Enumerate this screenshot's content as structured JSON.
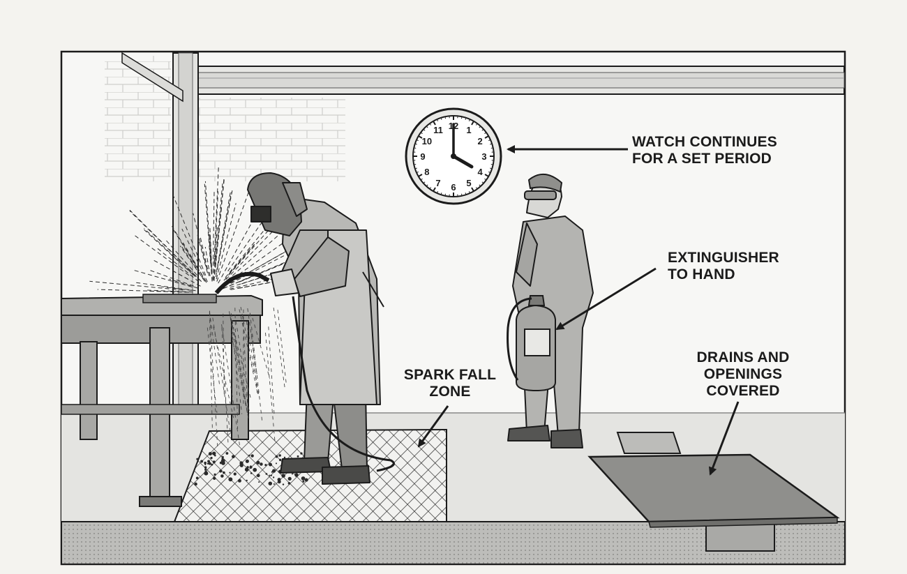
{
  "labels": {
    "watch": [
      "WATCH CONTINUES",
      "FOR A SET PERIOD"
    ],
    "extinguisher": [
      "EXTINGUISHER",
      "TO HAND"
    ],
    "spark_zone": [
      "SPARK FALL",
      "ZONE"
    ],
    "drains": [
      "DRAINS AND",
      "OPENINGS",
      "COVERED"
    ]
  },
  "clock": {
    "numerals": [
      "12",
      "1",
      "2",
      "3",
      "4",
      "5",
      "6",
      "7",
      "8",
      "9",
      "10",
      "11"
    ],
    "time": "4:00"
  },
  "colors": {
    "ink": "#1b1b1b",
    "paper": "#f4f3ef",
    "wall": "#f7f7f5",
    "floor": "#e4e4e1",
    "floor_strip": "#b8b8b5",
    "metal": "#8a8a88"
  }
}
